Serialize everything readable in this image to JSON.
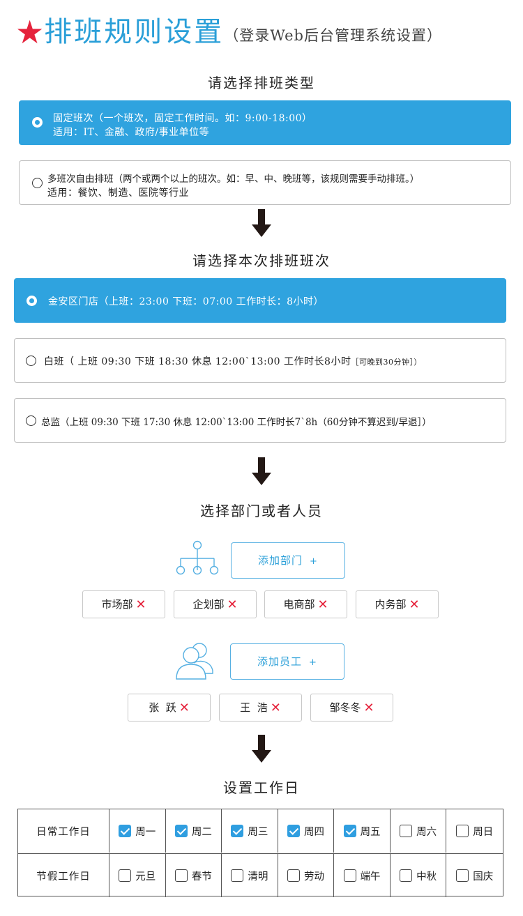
{
  "header": {
    "star": "★",
    "title": "排班规则设置",
    "subtitle": "（登录Web后台管理系统设置）"
  },
  "section1": {
    "title": "请选择排班类型",
    "options": [
      {
        "selected": true,
        "line1": "固定班次（一个班次，固定工作时间。如：9:00-18:00）",
        "line2": "适用：IT、金融、政府/事业单位等"
      },
      {
        "selected": false,
        "line1": "多班次自由排班（两个或两个以上的班次。如：早、中、晚班等，该规则需要手动排班。）",
        "line2": "适用：餐饮、制造、医院等行业"
      }
    ]
  },
  "section2": {
    "title": "请选择本次排班班次",
    "options": [
      {
        "selected": true,
        "text": "金安区门店（上班：23:00  下班：07:00  工作时长：8小时）",
        "note": ""
      },
      {
        "selected": false,
        "text": "白班（ 上班  09:30   下班  18:30  休息  12:00`13:00  工作时长8小时",
        "note": "［可晚到30分钟］）"
      },
      {
        "selected": false,
        "text": "总监（上班  09:30  下班  17:30  休息  12:00`13:00  工作时长7`8h（60分钟不算迟到/早退］）",
        "note": ""
      }
    ]
  },
  "section3": {
    "title": "选择部门或者人员",
    "add_dept": {
      "label": "添加部门",
      "plus": "+"
    },
    "departments": [
      "市场部",
      "企划部",
      "电商部",
      "内务部"
    ],
    "add_staff": {
      "label": "添加员工",
      "plus": "+"
    },
    "staff": [
      "张  跃",
      "王  浩",
      "邹冬冬"
    ],
    "remove_glyph": "✕"
  },
  "section4": {
    "title": "设置工作日",
    "rows": [
      {
        "label": "日常工作日",
        "days": [
          {
            "name": "周一",
            "checked": true
          },
          {
            "name": "周二",
            "checked": true
          },
          {
            "name": "周三",
            "checked": true
          },
          {
            "name": "周四",
            "checked": true
          },
          {
            "name": "周五",
            "checked": true
          },
          {
            "name": "周六",
            "checked": false
          },
          {
            "name": "周日",
            "checked": false
          }
        ]
      },
      {
        "label": "节假工作日",
        "days": [
          {
            "name": "元旦",
            "checked": false
          },
          {
            "name": "春节",
            "checked": false
          },
          {
            "name": "清明",
            "checked": false
          },
          {
            "name": "劳动",
            "checked": false
          },
          {
            "name": "端午",
            "checked": false
          },
          {
            "name": "中秋",
            "checked": false
          },
          {
            "name": "国庆",
            "checked": false
          }
        ]
      }
    ]
  },
  "colors": {
    "accent": "#2fa3df",
    "star": "#e5233c",
    "remove": "#e5233c",
    "checkbox": "#2f9ee0"
  },
  "icons": [
    "star-icon",
    "radio-icon",
    "down-arrow-icon",
    "org-chart-icon",
    "users-icon",
    "remove-icon",
    "checkbox-icon"
  ]
}
